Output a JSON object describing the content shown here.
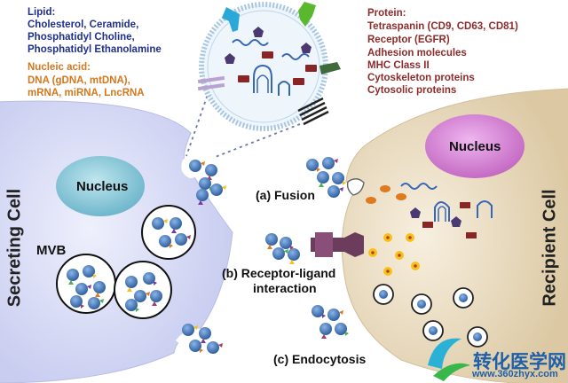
{
  "lipid": {
    "heading": "Lipid:",
    "items": [
      "Cholesterol, Ceramide,",
      "Phosphatidyl Choline,",
      "Phosphatidyl Ethanolamine"
    ]
  },
  "nucleic": {
    "heading": "Nucleic acid:",
    "items": [
      "DNA (gDNA, mtDNA),",
      "mRNA, miRNA, LncRNA"
    ]
  },
  "protein": {
    "heading": "Protein:",
    "items": [
      "Tetraspanin (CD9, CD63, CD81)",
      "Receptor (EGFR)",
      "Adhesion molecules",
      "MHC Class II",
      "Cytoskeleton proteins",
      "Cytosolic proteins"
    ]
  },
  "cells": {
    "secreting": {
      "side_label": "Secreting Cell",
      "nucleus": "Nucleus",
      "mvb": "MVB"
    },
    "recipient": {
      "side_label": "Recipient Cell",
      "nucleus": "Nucleus"
    }
  },
  "mechanisms": {
    "fusion": "(a)  Fusion",
    "receptor_line1": "(b)  Receptor-ligand",
    "receptor_line2": "interaction",
    "endocytosis": "(c)  Endocytosis"
  },
  "watermark": {
    "name": "转化医学网",
    "url": "www.360zhyx.com"
  },
  "colors": {
    "lipid_text": "#1f2f8f",
    "nucleic_text": "#d2781f",
    "protein_text": "#8e2b2b",
    "secreting_cell": "#d9dcf5",
    "recipient_cell": "#ede0c6",
    "secreting_nucleus": "#8fcbdc",
    "recipient_nucleus": "#d68ad6",
    "vesicle_blue": "#4f82c2"
  }
}
